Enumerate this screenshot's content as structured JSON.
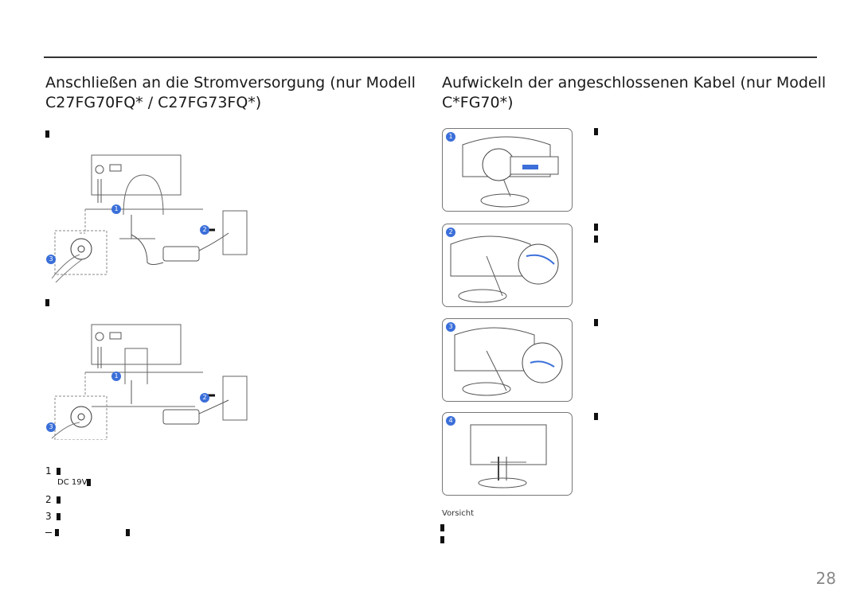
{
  "left": {
    "title_line1": "Anschließen an die Stromversorgung (nur Modell",
    "title_line2": "C27FG70FQ* / C27FG73FQ*)",
    "steps": [
      {
        "num": "1",
        "text": "DC 19V"
      },
      {
        "num": "2",
        "text": ""
      },
      {
        "num": "3",
        "text": ""
      }
    ],
    "diagram_badges": [
      "1",
      "2",
      "3"
    ]
  },
  "right": {
    "title_line1": "Aufwickeln der angeschlossenen Kabel (nur Modell",
    "title_line2": "C*FG70*)",
    "panel_badges": [
      "1",
      "2",
      "3",
      "4"
    ],
    "caution_label": "Vorsicht"
  },
  "page_number": "28",
  "colors": {
    "badge": "#3b6fd9",
    "rule": "#333333",
    "line": "#555555"
  }
}
